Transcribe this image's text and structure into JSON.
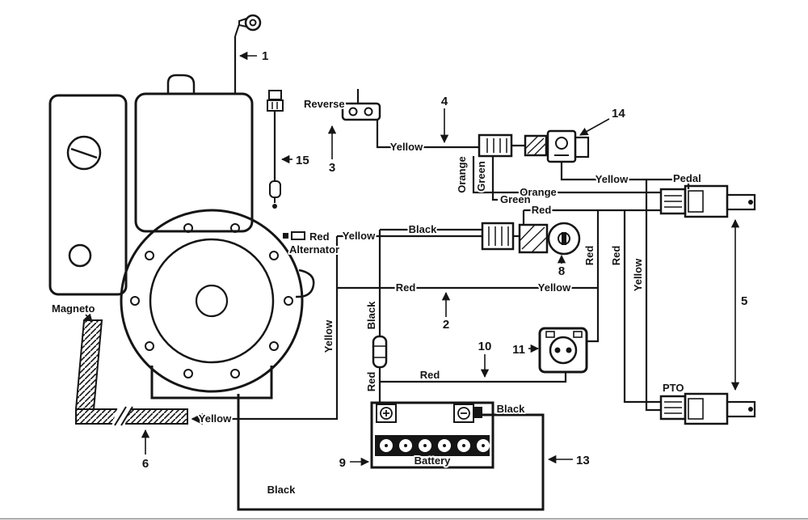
{
  "labels": {
    "magneto": "Magneto",
    "reverse": "Reverse",
    "alternator": "Alternator",
    "pedal": "Pedal",
    "pto": "PTO",
    "battery": "Battery"
  },
  "callouts": {
    "n1": "1",
    "n2": "2",
    "n3": "3",
    "n4": "4",
    "n5": "5",
    "n6": "6",
    "n8": "8",
    "n9": "9",
    "n10": "10",
    "n11": "11",
    "n13": "13",
    "n14": "14",
    "n15": "15"
  },
  "wires": {
    "reverse_yellow": "Yellow",
    "orange_vertical": "Orange",
    "green_vertical": "Green",
    "green_branch": "Green",
    "orange_to_pedal": "Orange",
    "red_to_pedal": "Red",
    "yellow_to_pedal": "Yellow",
    "black_to_key": "Black",
    "yellow_to_key": "Yellow",
    "alternator_red": "Red",
    "main_red": "Red",
    "main_yellow": "Yellow",
    "red_drop_left": "Red",
    "red_drop_right": "Red",
    "yellow_drop_right": "Yellow",
    "yellow_drop_left": "Yellow",
    "black_drop": "Black",
    "red_fuse": "Red",
    "red_battery_feed": "Red",
    "magneto_yellow": "Yellow",
    "battery_black": "Black",
    "ground_black": "Black"
  }
}
